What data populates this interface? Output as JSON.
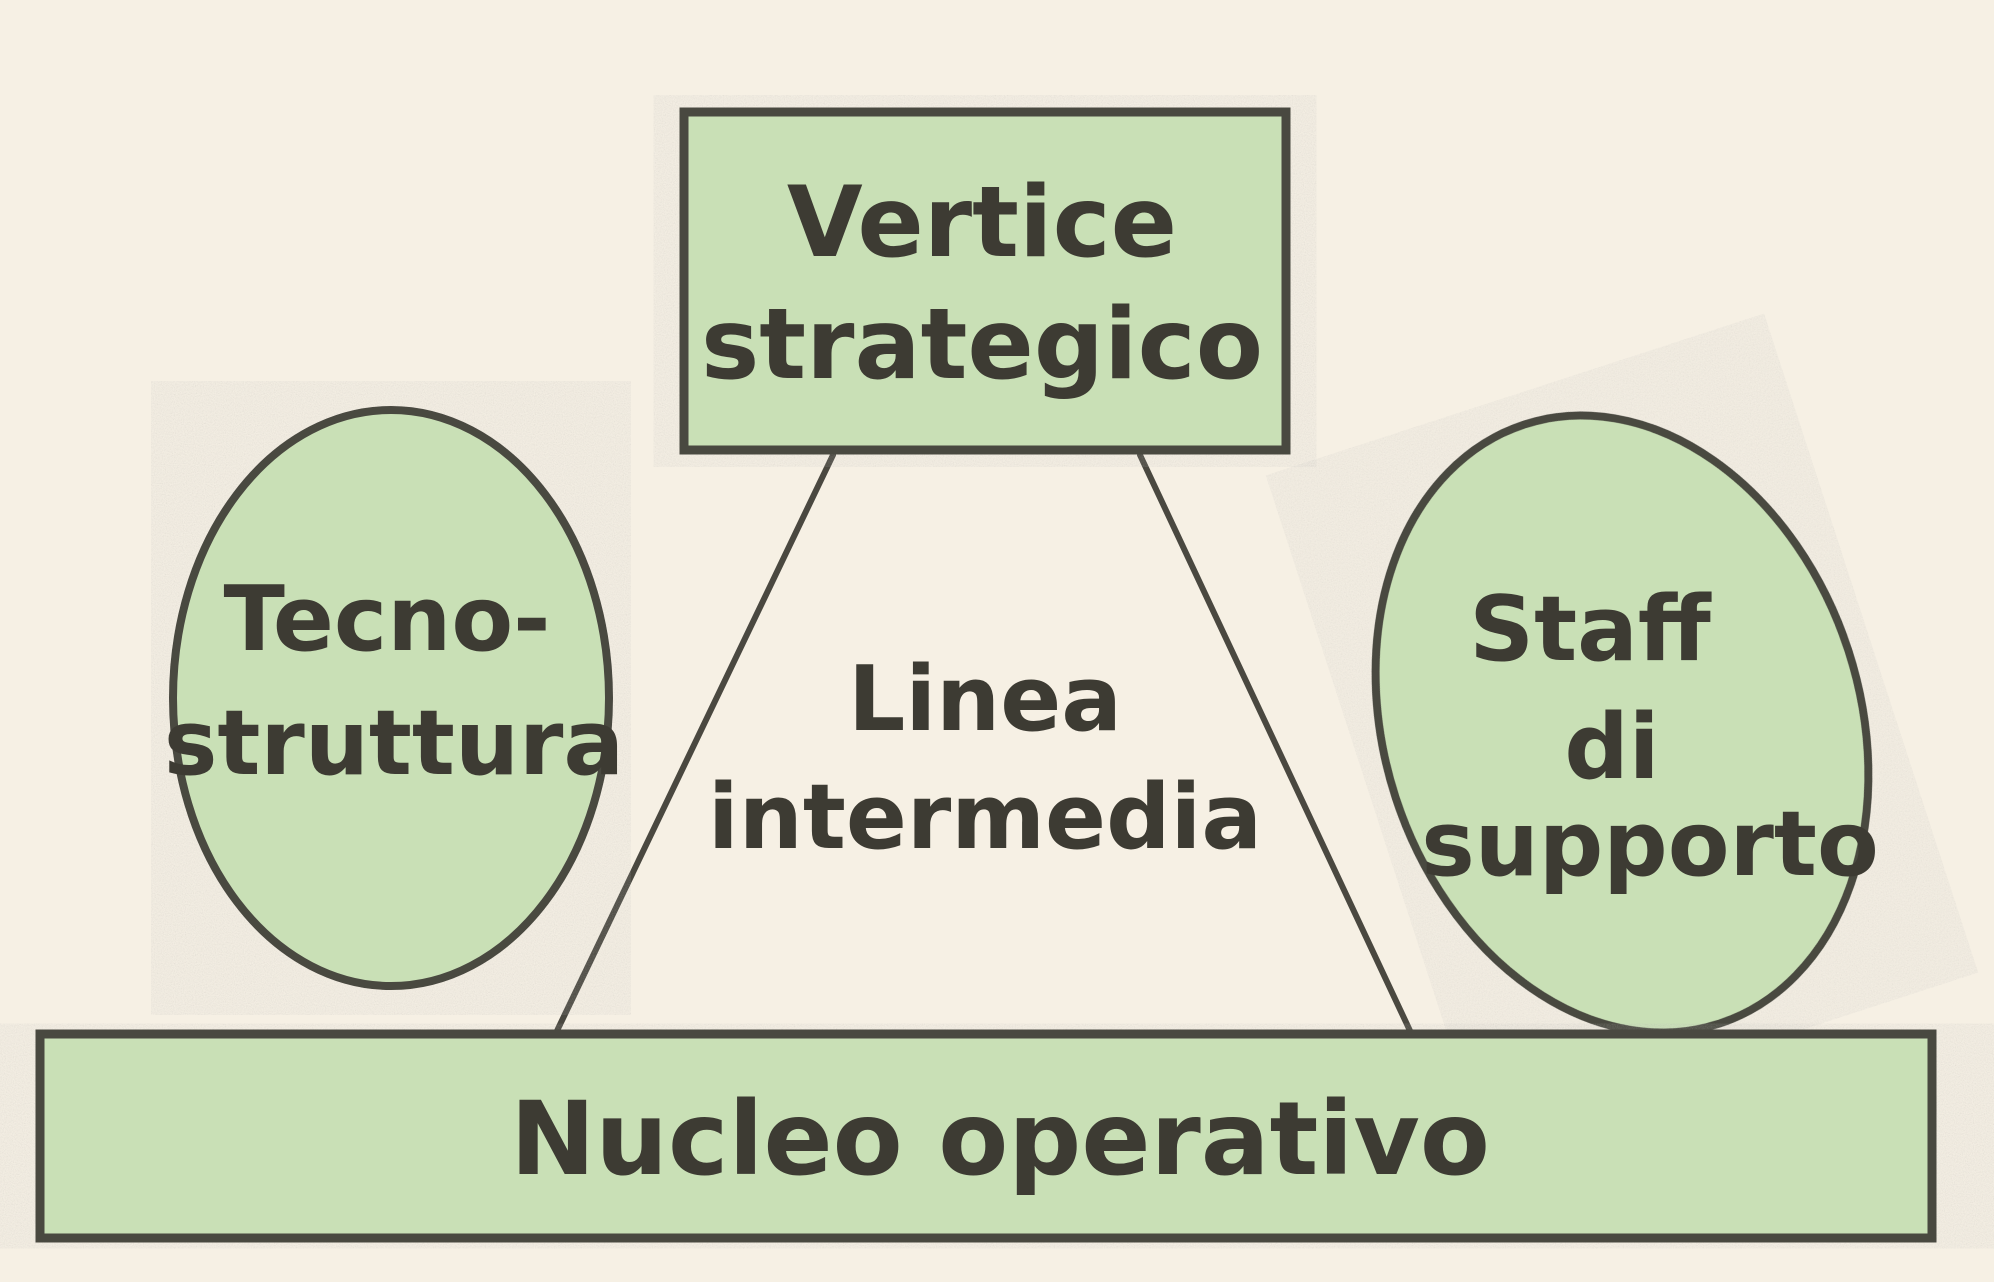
{
  "colors": {
    "background": "#f6f0e4",
    "fill_green": "#c9e0b6",
    "outline": "#4a4840",
    "text": "#3d3b33"
  },
  "vertice": {
    "line1": "Vertice",
    "line2": "strategico"
  },
  "tecnostruttura": {
    "line1": "Tecno-",
    "line2": "struttura"
  },
  "linea": {
    "line1": "Linea",
    "line2": "intermedia"
  },
  "staff": {
    "line1": "Staff",
    "line2": "di",
    "line3": "supporto"
  },
  "nucleo": {
    "label": "Nucleo operativo"
  }
}
